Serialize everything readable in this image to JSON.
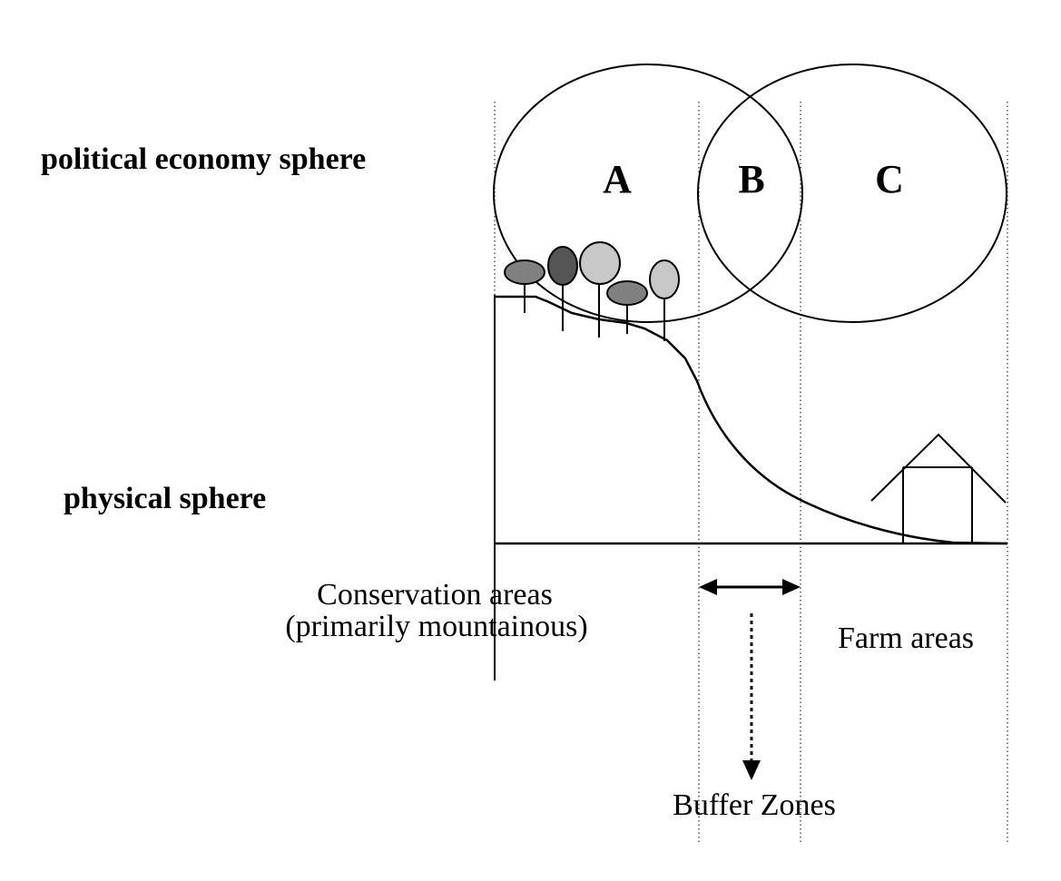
{
  "labels": {
    "political_sphere": "political economy sphere",
    "physical_sphere": "physical sphere",
    "region_a": "A",
    "region_b": "B",
    "region_c": "C",
    "conservation_line1": "Conservation areas",
    "conservation_line2": "(primarily mountainous)",
    "farm_areas": "Farm areas",
    "buffer_zones": "Buffer Zones"
  },
  "colors": {
    "ink": "#000000",
    "tree_dark": "#555555",
    "tree_medium": "#808080",
    "tree_light": "#c8c8c8"
  }
}
